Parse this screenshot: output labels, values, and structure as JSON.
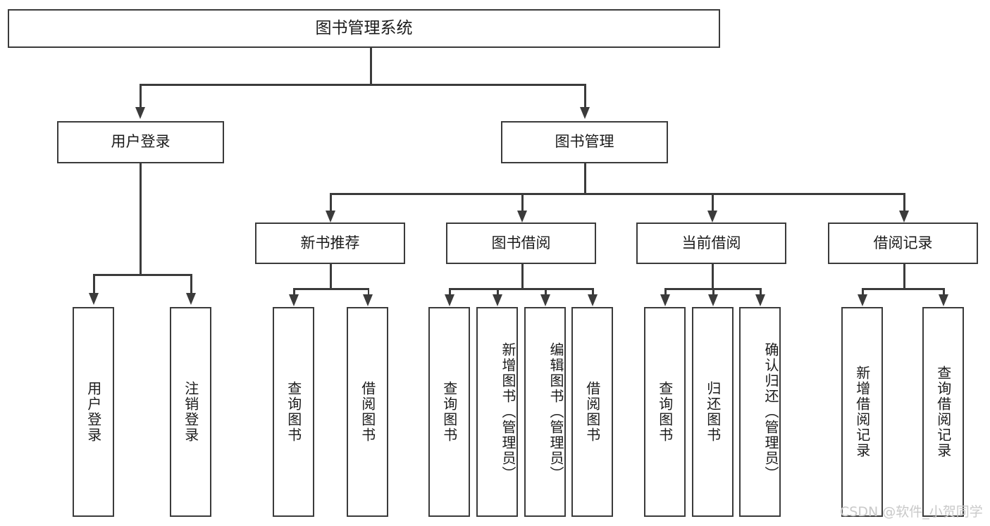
{
  "diagram": {
    "title": "图书管理系统",
    "type": "tree",
    "orientation": "top-down",
    "colors": {
      "background": "#ffffff",
      "stroke": "#3b3b3b",
      "text": "#1b1b1b",
      "watermark": "#c9c9c9"
    }
  },
  "watermark": {
    "text": "CSDN @软件_小贺同学"
  },
  "nodes": {
    "root": {
      "label": "图书管理系统"
    },
    "level2": [
      {
        "id": "user-login",
        "label": "用户登录"
      },
      {
        "id": "book-manage",
        "label": "图书管理"
      }
    ],
    "level3": [
      {
        "id": "new-book-recommend",
        "label": "新书推荐"
      },
      {
        "id": "book-borrow",
        "label": "图书借阅"
      },
      {
        "id": "current-borrow",
        "label": "当前借阅"
      },
      {
        "id": "borrow-record",
        "label": "借阅记录"
      }
    ],
    "leaves": {
      "user-login": [
        {
          "id": "login",
          "label": "用户登录"
        },
        {
          "id": "logout",
          "label": "注销登录"
        }
      ],
      "new-book-recommend": [
        {
          "id": "query-book-1",
          "label": "查询图书"
        },
        {
          "id": "borrow-book-1",
          "label": "借阅图书"
        }
      ],
      "book-borrow": [
        {
          "id": "query-book-2",
          "label": "查询图书"
        },
        {
          "id": "add-book",
          "label": "新增图书（管理员）"
        },
        {
          "id": "edit-book",
          "label": "编辑图书（管理员）"
        },
        {
          "id": "borrow-book-2",
          "label": "借阅图书"
        }
      ],
      "current-borrow": [
        {
          "id": "query-book-3",
          "label": "查询图书"
        },
        {
          "id": "return-book",
          "label": "归还图书"
        },
        {
          "id": "confirm-return",
          "label": "确认归还（管理员）"
        }
      ],
      "borrow-record": [
        {
          "id": "add-borrow-record",
          "label": "新增借阅记录"
        },
        {
          "id": "query-borrow-record",
          "label": "查询借阅记录"
        }
      ]
    }
  },
  "edges": [
    {
      "from": "图书管理系统",
      "to": "用户登录"
    },
    {
      "from": "图书管理系统",
      "to": "图书管理"
    },
    {
      "from": "用户登录",
      "to": "用户登录"
    },
    {
      "from": "用户登录",
      "to": "注销登录"
    },
    {
      "from": "图书管理",
      "to": "新书推荐"
    },
    {
      "from": "图书管理",
      "to": "图书借阅"
    },
    {
      "from": "图书管理",
      "to": "当前借阅"
    },
    {
      "from": "图书管理",
      "to": "借阅记录"
    },
    {
      "from": "新书推荐",
      "to": "查询图书"
    },
    {
      "from": "新书推荐",
      "to": "借阅图书"
    },
    {
      "from": "图书借阅",
      "to": "查询图书"
    },
    {
      "from": "图书借阅",
      "to": "新增图书（管理员）"
    },
    {
      "from": "图书借阅",
      "to": "编辑图书（管理员）"
    },
    {
      "from": "图书借阅",
      "to": "借阅图书"
    },
    {
      "from": "当前借阅",
      "to": "查询图书"
    },
    {
      "from": "当前借阅",
      "to": "归还图书"
    },
    {
      "from": "当前借阅",
      "to": "确认归还（管理员）"
    },
    {
      "from": "借阅记录",
      "to": "新增借阅记录"
    },
    {
      "from": "借阅记录",
      "to": "查询借阅记录"
    }
  ]
}
